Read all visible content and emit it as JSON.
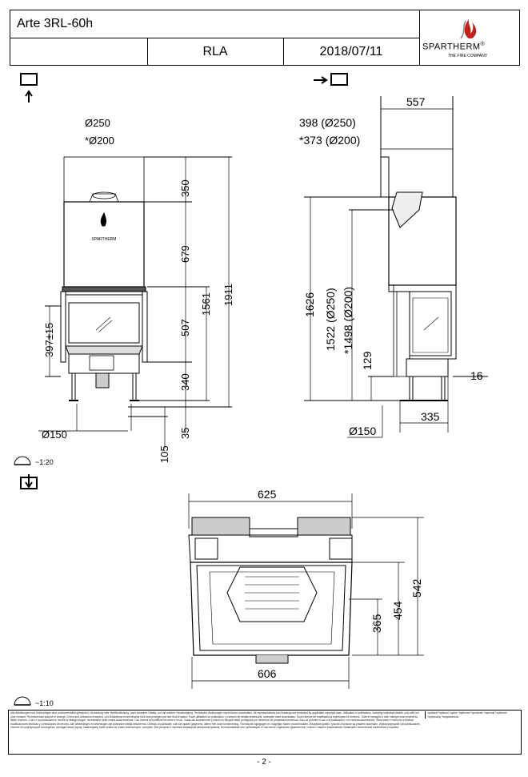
{
  "header": {
    "title": "Arte 3RL-60h",
    "type": "RLA",
    "date": "2018/07/11",
    "logo_name": "SPARTHERM",
    "logo_tagline": "THE FIRE COMPANY",
    "logo_reg": "®"
  },
  "front_view": {
    "dia_top": "Ø250",
    "dia_top_alt": "*Ø200",
    "dim_350": "350",
    "dim_679": "679",
    "dim_507": "507",
    "dim_340": "340",
    "dim_1561": "1561",
    "dim_1911": "1911",
    "dim_397": "397±15",
    "dim_35": "35",
    "dim_105": "105",
    "dia_bottom": "Ø150",
    "stove_brand": "SPARTHERM"
  },
  "side_view": {
    "dim_557": "557",
    "dim_398": "398 (Ø250)",
    "dim_373": "*373 (Ø200)",
    "dim_1626": "1626",
    "dim_1522": "1522 (Ø250)",
    "dim_1498": "*1498 (Ø200)",
    "dim_129": "129",
    "dim_16": "16",
    "dim_335": "335",
    "dia_bottom": "Ø150"
  },
  "scale_1": "~1:20",
  "top_view": {
    "dim_625": "625",
    "dim_542": "542",
    "dim_454": "454",
    "dim_365": "365",
    "dim_606": "606"
  },
  "scale_2": "~1:10",
  "legal": {
    "text": "Alle Abbildungen und Zeichnungen sind urheberrechtlich geschützt. Verwertung oder Veröffentlichung, auch einzelner Details, nur mit unserer Genehmigung. Technische Änderungen und Irrtümer vorbehalten. All representations and drawings are protected by applicable copyright laws. Utilisation or publication, including individual details, only with our prior consent. Technical data subject to change. Errors and omissions excepted. Les illustrations et les dessins sont tous protégés par des droit d'auteur. Toute utilisation ou publication, y compris de détails individuels, nécessite notre autorisation. Sous réserve de modifications techniques et d'erreurs. Tutte le immagini e tutti i disegni sono protetti da diritto d'autore. L'uso o la pubblicazione, anche di dettagli singoli, necessitano della nostra autorizzazione. Con riserva di modifiche tecniche e errori. Todas las ilustraciones y todos los dibujos están protegidos por derechos de propiedad intelectual. Solo se permite el uso o la publicación, con nuestra autorización. Reservado el derecho a realizar modificaciones técnicas y correcciones de errores. Alle afbeeldingen en tekeningen zijn auteursrechtelijk beschermd. Gebruik of publicatie, ook van aparte gegevens, alleen met onze toestemming. Technische wijzigingen en mogelijke fouten voorbehouden. Wszystkie grafiki i rysunki chronione są prawem autorskim. Wykorzystywanie lub publikowanie, również ich pojedynczych szczegółów, wymaga naszej zgody. Zastrzegamy sobie prawo do zmian technicznych i pomyłek. Все рисунки и чертежи защищены авторским правом. Использование или публикация, в том числе отдельных фрагментов, только с нашего разрешения. Возможны технические изменения и ошибки.",
    "side": "*optional *optional *option *optionnel *opzionale *opcional *optioneel *opcjonalny *опционально"
  },
  "page_number": "- 2 -"
}
